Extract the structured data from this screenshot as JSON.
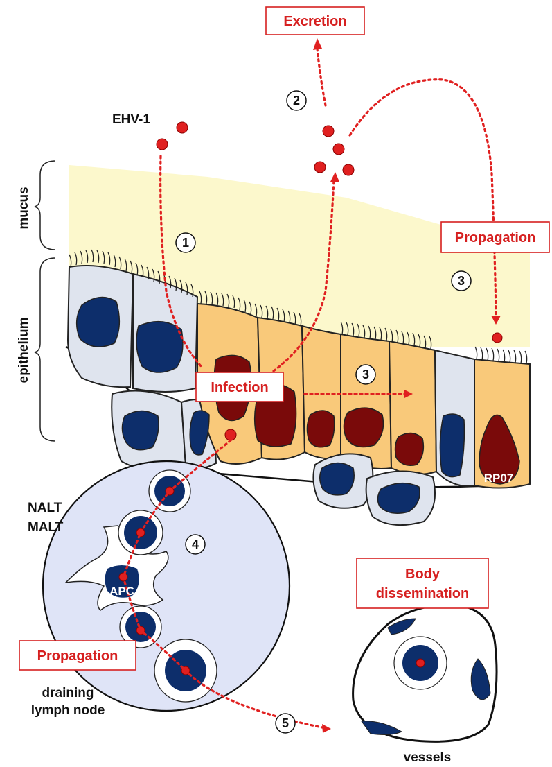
{
  "labels": {
    "excretion": "Excretion",
    "ehv": "EHV-1",
    "mucus": "mucus",
    "epithelium": "epithelium",
    "propagation_top": "Propagation",
    "infection": "Infection",
    "rp07": "RP07",
    "nalt": "NALT",
    "malt": "MALT",
    "apc": "APC",
    "body_dissemination_line1": "Body",
    "body_dissemination_line2": "dissemination",
    "propagation_bottom": "Propagation",
    "draining_line1": "draining",
    "draining_line2": "lymph node",
    "vessels": "vessels"
  },
  "steps": {
    "s1": "1",
    "s2": "2",
    "s3a": "3",
    "s3b": "3",
    "s4": "4",
    "s5": "5"
  },
  "colors": {
    "virus_red": "#e02020",
    "label_red": "#d62020",
    "mucus_yellow": "#fcf8cc",
    "infected_cell": "#f9c97a",
    "infected_nucleus": "#7a0a0a",
    "uninfected_cell": "#dfe4ee",
    "uninfected_nucleus": "#0d2e6b",
    "lymph_node": "#dfe4f7"
  }
}
